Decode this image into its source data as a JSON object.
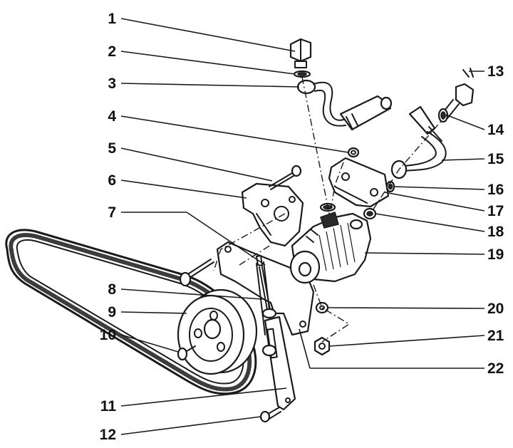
{
  "callouts": [
    {
      "n": "1"
    },
    {
      "n": "2"
    },
    {
      "n": "3"
    },
    {
      "n": "4"
    },
    {
      "n": "5"
    },
    {
      "n": "6"
    },
    {
      "n": "7"
    },
    {
      "n": "8"
    },
    {
      "n": "9"
    },
    {
      "n": "10"
    },
    {
      "n": "11"
    },
    {
      "n": "12"
    },
    {
      "n": "13"
    },
    {
      "n": "14"
    },
    {
      "n": "15"
    },
    {
      "n": "16"
    },
    {
      "n": "17"
    },
    {
      "n": "18"
    },
    {
      "n": "19"
    },
    {
      "n": "20"
    },
    {
      "n": "21"
    },
    {
      "n": "22"
    }
  ],
  "colors": {
    "ink": "#1a1a1a",
    "paper": "#ffffff"
  }
}
